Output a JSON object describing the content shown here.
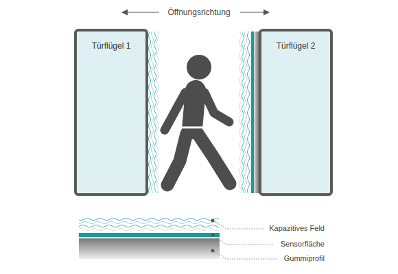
{
  "diagram": {
    "nodes": [
      {
        "text": [
          "Türflügel 1"
        ]
      },
      {
        "text": [
          "Türflügel 2"
        ]
      }
    ],
    "labels": [
      "Öffnungsrichtung",
      "Kapazitives Feld",
      "Sensorfläche",
      "Gummiprofil"
    ]
  }
}
